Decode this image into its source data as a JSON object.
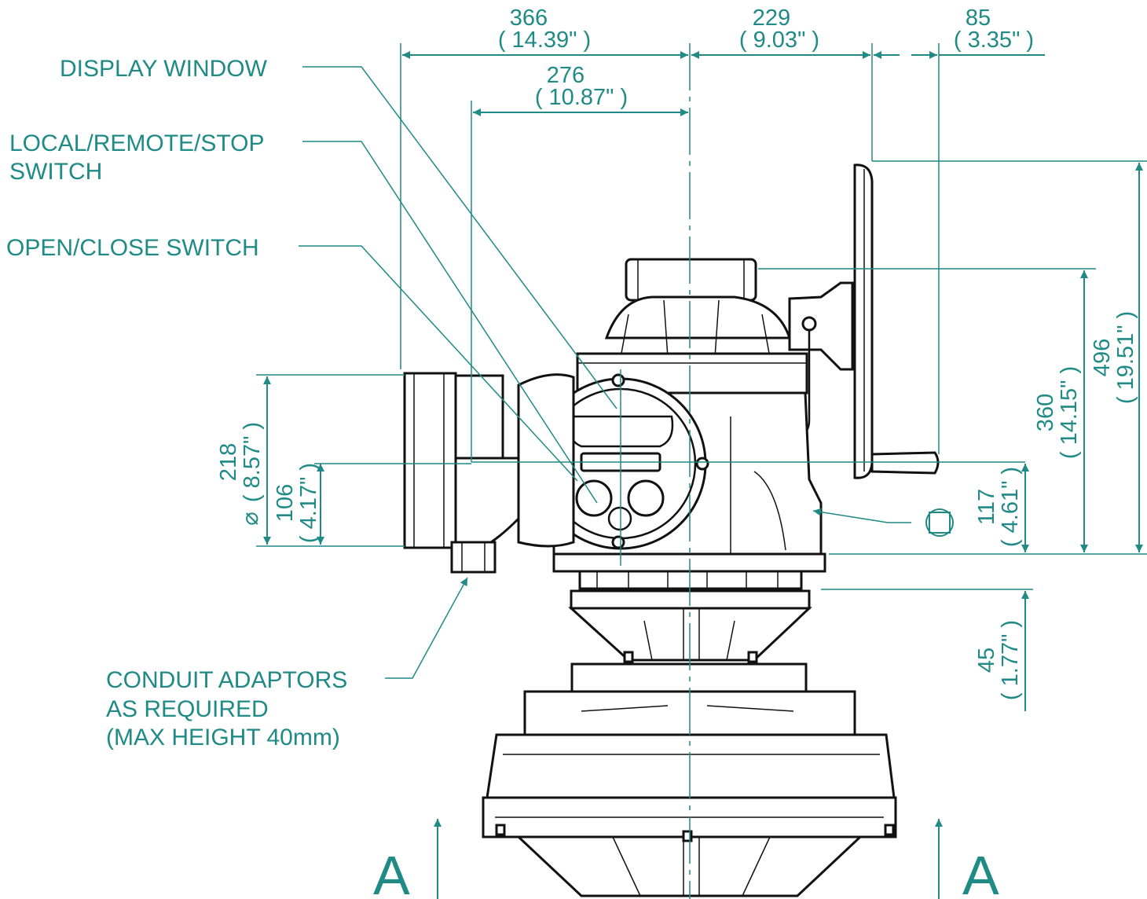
{
  "callouts": {
    "display_window": "DISPLAY WINDOW",
    "local_remote_line1": "LOCAL/REMOTE/STOP",
    "local_remote_line2": "SWITCH",
    "open_close": "OPEN/CLOSE SWITCH",
    "conduit_line1": "CONDUIT ADAPTORS",
    "conduit_line2": "AS REQUIRED",
    "conduit_line3": "(MAX HEIGHT 40mm)"
  },
  "dimensions": {
    "d366": {
      "value": "366",
      "inch": "( 14.39\" )"
    },
    "d229": {
      "value": "229",
      "inch": "( 9.03\" )"
    },
    "d85": {
      "value": "85",
      "inch": "( 3.35\" )"
    },
    "d276": {
      "value": "276",
      "inch": "( 10.87\" )"
    },
    "d218": {
      "value": "218",
      "inch": "( 8.57\" )"
    },
    "d106": {
      "value": "106",
      "inch": "( 4.17\" )"
    },
    "d117": {
      "value": "117",
      "inch": "( 4.61\" )"
    },
    "d360": {
      "value": "360",
      "inch": "( 14.15\" )"
    },
    "d496": {
      "value": "496",
      "inch": "( 19.51\" )"
    },
    "d45": {
      "value": "45",
      "inch": "( 1.77\" )"
    }
  },
  "diameter_symbol": "⌀",
  "section_marks": {
    "left": "A",
    "right": "A"
  },
  "colors": {
    "dimension": "#1f8a86",
    "outline": "#111111"
  }
}
